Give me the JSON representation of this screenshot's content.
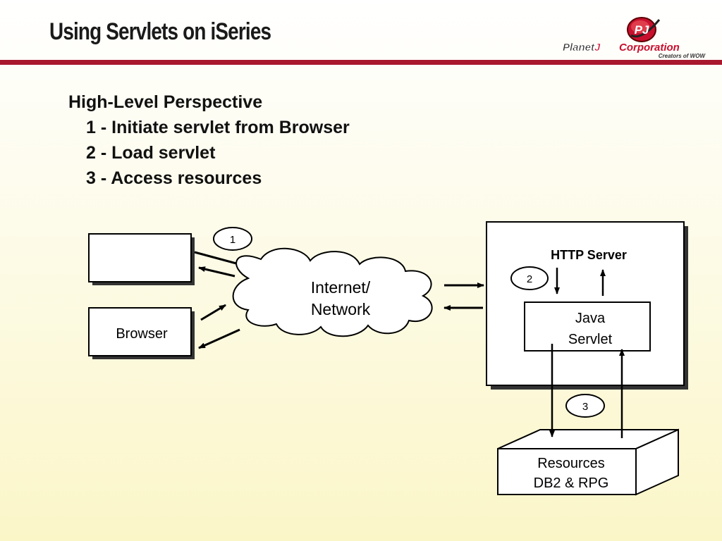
{
  "title": "Using Servlets on iSeries",
  "logo": {
    "emblem": "PJ",
    "name_part1": "Planet",
    "name_part2": "J",
    "name_part3": "Corporation",
    "tagline": "Creators of WOW"
  },
  "bullets": {
    "heading": "High-Level Perspective",
    "items": [
      "1 - Initiate servlet from Browser",
      "2 - Load servlet",
      "3 - Access resources"
    ]
  },
  "diagram": {
    "browser_label": "Browser",
    "cloud_line1": "Internet/",
    "cloud_line2": "Network",
    "server_title": "HTTP Server",
    "servlet_line1": "Java",
    "servlet_line2": "Servlet",
    "resources_line1": "Resources",
    "resources_line2": "DB2 & RPG",
    "step1": "1",
    "step2": "2",
    "step3": "3"
  },
  "colors": {
    "accent_rule": "#a8192e",
    "logo_red": "#c8102e"
  }
}
